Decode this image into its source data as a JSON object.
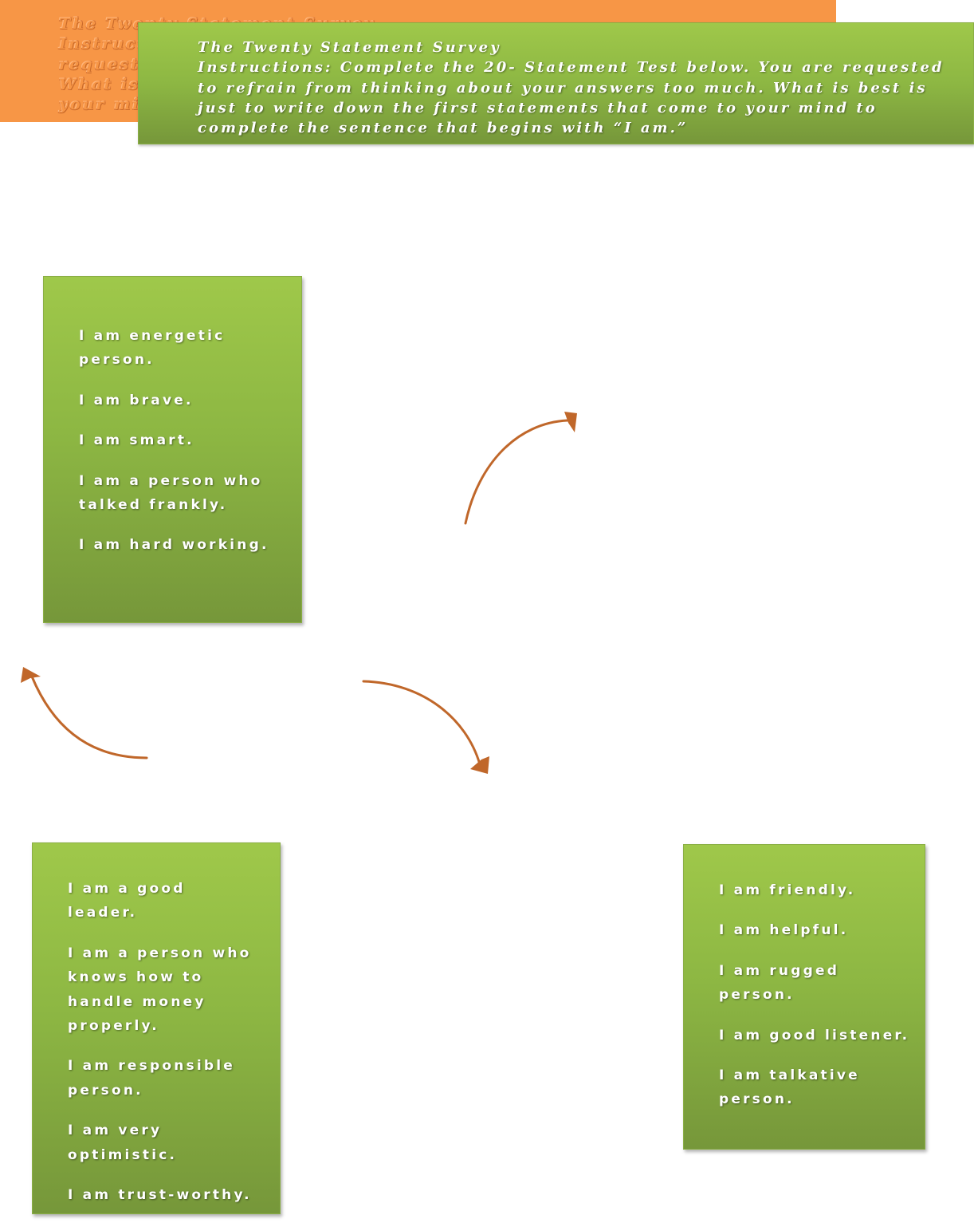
{
  "header": {
    "title": "The Twenty Statement Survey",
    "instructions": "Instructions: Complete the 20- Statement Test below. You are requested to refrain from thinking about your answers too much. What is best is just to write down the first statements that come to your mind to complete the sentence that begins with “I am.”"
  },
  "cards": {
    "top_left": {
      "items": [
        "I am energetic person.",
        "I am brave.",
        "I am smart.",
        "I am a person who talked frankly.",
        "I am hard working."
      ]
    },
    "bottom_right": {
      "items": [
        "I am friendly.",
        "I am helpful.",
        "I am rugged person.",
        "I am good listener.",
        "I am talkative person."
      ]
    },
    "bottom_left": {
      "items": [
        "I am a good leader.",
        "I am a person who knows how to handle money properly.",
        "I am responsible person.",
        "I am very optimistic.",
        "I am trust-worthy."
      ]
    }
  },
  "colors": {
    "orange_banner": "#f79646",
    "green_box": "#9bbb59",
    "arrow": "#c0672a"
  }
}
